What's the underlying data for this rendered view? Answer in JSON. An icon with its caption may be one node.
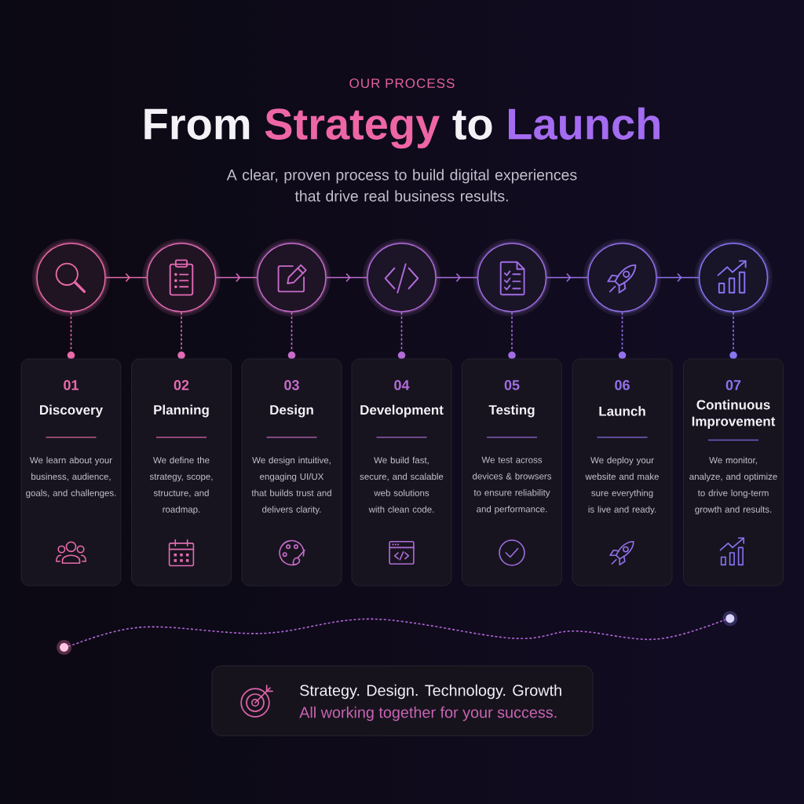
{
  "diagram": {
    "title": "From Strategy to Launch",
    "nodes": [
      {
        "text": [],
        "shape": "circle"
      },
      {
        "text": [],
        "shape": "circle"
      },
      {
        "text": [],
        "shape": "circle"
      },
      {
        "text": [],
        "shape": "circle"
      },
      {
        "text": [],
        "shape": "circle"
      },
      {
        "text": [],
        "shape": "circle"
      },
      {
        "text": [],
        "shape": "circle"
      },
      {
        "text": [],
        "shape": "circle"
      },
      {
        "text": [],
        "shape": "circle"
      },
      {
        "text": [],
        "shape": "circle"
      },
      {
        "text": [],
        "shape": "circle"
      },
      {
        "text": [],
        "shape": "circle"
      },
      {
        "text": [],
        "shape": "circle"
      },
      {
        "text": [],
        "shape": "circle"
      },
      {
        "text": [
          "01",
          "Discovery",
          "We learn about your business, audience, goals, and challenges."
        ]
      },
      {
        "text": [
          "02",
          "Planning",
          "We define the strategy, scope, structure, and roadmap."
        ]
      },
      {
        "text": [
          "03",
          "Design",
          "We design intuitive, engaging UI/UX that builds trust and delivers clarity."
        ]
      },
      {
        "text": [
          "04",
          "Development",
          "We build fast, secure, and scalable web solutions with clean code."
        ]
      },
      {
        "text": [
          "05",
          "Testing",
          "We test across devices & browsers to ensure reliability and performance."
        ]
      },
      {
        "text": [
          "06",
          "Launch",
          "We deploy your website and make sure everything is live and ready."
        ]
      },
      {
        "text": [
          "07",
          "Continuous Improvement",
          "We monitor, analyze, and optimize to drive long-term growth and results."
        ]
      },
      {
        "text": [],
        "shape": "circle"
      },
      {
        "text": [],
        "shape": "circle"
      },
      {
        "text": [
          "Strategy. Design. Technology. Growth",
          "All working together for your success."
        ]
      }
    ],
    "edges": [
      {
        "from": 0,
        "to": 1,
        "arrow": "to",
        "color": "#e46aab"
      },
      {
        "from": 1,
        "to": 2,
        "arrow": "to",
        "color": "#d66bbd"
      },
      {
        "from": 2,
        "to": 3,
        "arrow": "to",
        "color": "#bd6ccf"
      },
      {
        "from": 3,
        "to": 4,
        "arrow": "to",
        "color": "#a96ddc"
      },
      {
        "from": 4,
        "to": 5,
        "arrow": "to",
        "color": "#9a6fe6"
      },
      {
        "from": 5,
        "to": 6,
        "arrow": "to",
        "color": "#8e72ee"
      },
      {
        "from": 0,
        "to": 7,
        "arrow": "none",
        "style": "dashed",
        "color": "#e86aa8"
      },
      {
        "from": 1,
        "to": 8,
        "arrow": "none",
        "style": "dashed",
        "color": "#e36bb3"
      },
      {
        "from": 2,
        "to": 9,
        "arrow": "none",
        "style": "dashed",
        "color": "#c76cc9"
      },
      {
        "from": 3,
        "to": 10,
        "arrow": "none",
        "style": "dashed",
        "color": "#b16cd8"
      },
      {
        "from": 4,
        "to": 11,
        "arrow": "none",
        "style": "dashed",
        "color": "#a06ee2"
      },
      {
        "from": 5,
        "to": 12,
        "arrow": "none",
        "style": "dashed",
        "color": "#9371eb"
      },
      {
        "from": 6,
        "to": 13,
        "arrow": "none",
        "style": "dashed",
        "color": "#8775f2"
      },
      {
        "from": 21,
        "to": 22,
        "arrow": "none",
        "style": "dashed",
        "color": "#b066d6"
      }
    ],
    "labels": [
      "OUR PROCESS",
      "A clear, proven process to build digital experiences that drive real business results."
    ]
  }
}
